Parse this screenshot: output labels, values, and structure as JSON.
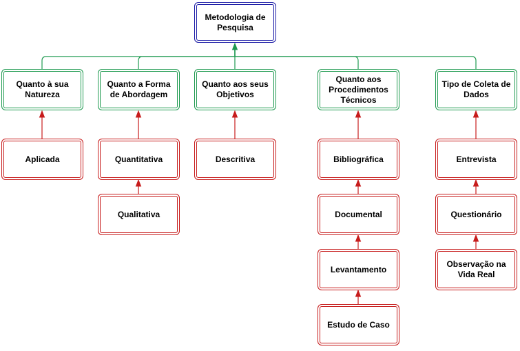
{
  "root": {
    "label": "Metodologia de Pesquisa"
  },
  "categories": [
    {
      "label": "Quanto à sua Natureza"
    },
    {
      "label": "Quanto a Forma de Abordagem"
    },
    {
      "label": "Quanto aos seus Objetivos"
    },
    {
      "label": "Quanto aos Procedimentos Técnicos"
    },
    {
      "label": "Tipo de Coleta de Dados"
    }
  ],
  "leaves": [
    [
      {
        "label": "Aplicada"
      }
    ],
    [
      {
        "label": "Quantitativa"
      },
      {
        "label": "Qualitativa"
      }
    ],
    [
      {
        "label": "Descritiva"
      }
    ],
    [
      {
        "label": "Bibliográfica"
      },
      {
        "label": "Documental"
      },
      {
        "label": "Levantamento"
      },
      {
        "label": "Estudo de Caso"
      }
    ],
    [
      {
        "label": "Entrevista"
      },
      {
        "label": "Questionário"
      },
      {
        "label": "Observação na Vida Real"
      }
    ]
  ],
  "colors": {
    "root": "#1a1aa6",
    "category": "#1f9a50",
    "leaf": "#c71c1c"
  }
}
